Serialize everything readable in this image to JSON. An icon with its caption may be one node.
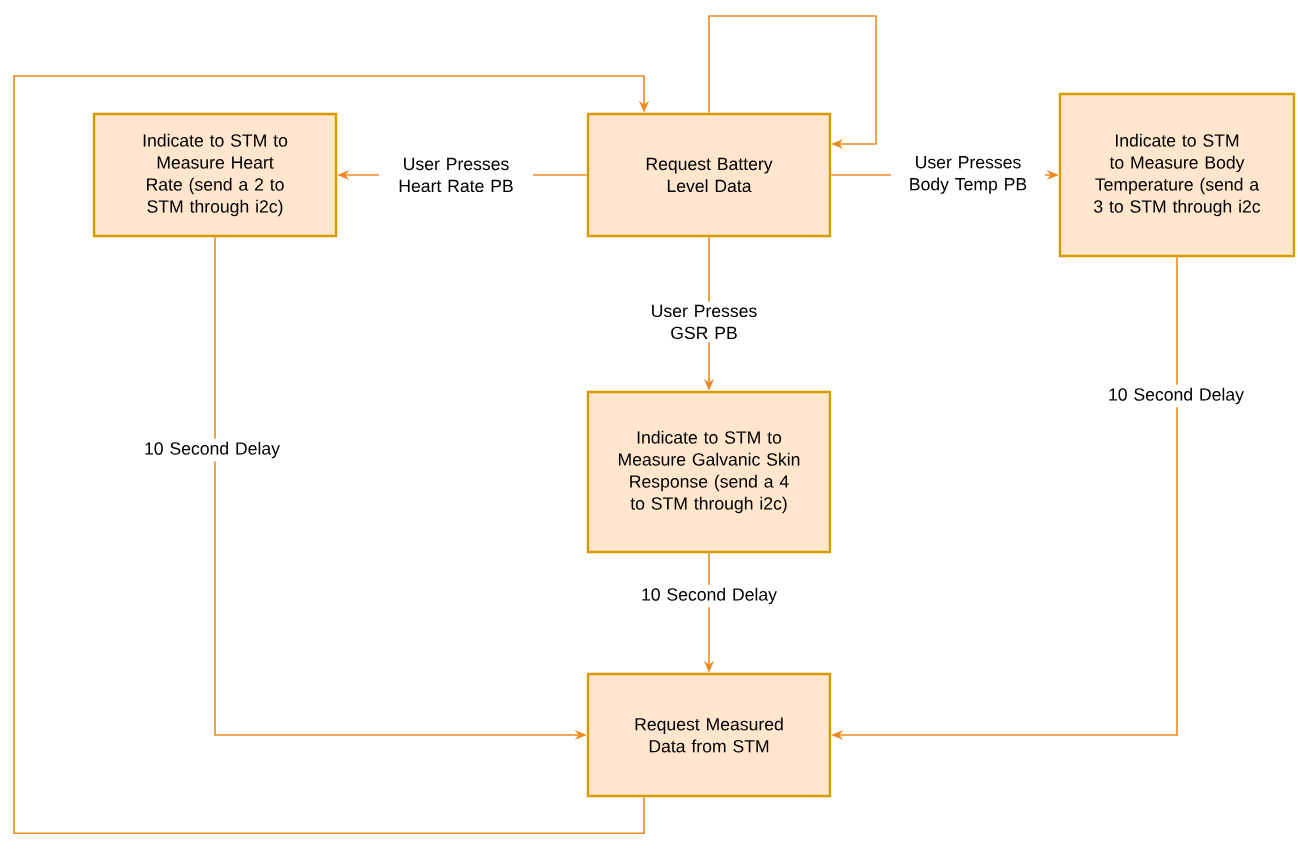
{
  "diagram": {
    "nodes": [
      {
        "text": [
          "Request Battery Level Data"
        ]
      },
      {
        "text": [
          "Indicate to STM to Measure Heart Rate (send a 2 to STM through i2c)"
        ]
      },
      {
        "text": [
          "Indicate to STM to Measure Body Temperature (send a 3 to STM through i2c"
        ]
      },
      {
        "text": [
          "Indicate to STM to Measure Galvanic Skin Response (send a 4 to STM through i2c)"
        ]
      },
      {
        "text": [
          "Request Measured Data from STM"
        ]
      }
    ],
    "edges": [
      {
        "from": 0,
        "to": 1,
        "arrow": "to",
        "label": "User Presses Heart Rate PB"
      },
      {
        "from": 0,
        "to": 2,
        "arrow": "to",
        "label": "User Presses Body Temp PB"
      },
      {
        "from": 0,
        "to": 3,
        "arrow": "to",
        "label": "User Presses GSR PB"
      },
      {
        "from": 0,
        "to": 0,
        "arrow": "to"
      },
      {
        "from": 1,
        "to": 4,
        "arrow": "to",
        "label": "10 Second Delay"
      },
      {
        "from": 3,
        "to": 4,
        "arrow": "to",
        "label": "10 Second Delay"
      },
      {
        "from": 2,
        "to": 4,
        "arrow": "to",
        "label": "10 Second Delay"
      },
      {
        "from": 4,
        "to": 0,
        "arrow": "to"
      }
    ]
  }
}
